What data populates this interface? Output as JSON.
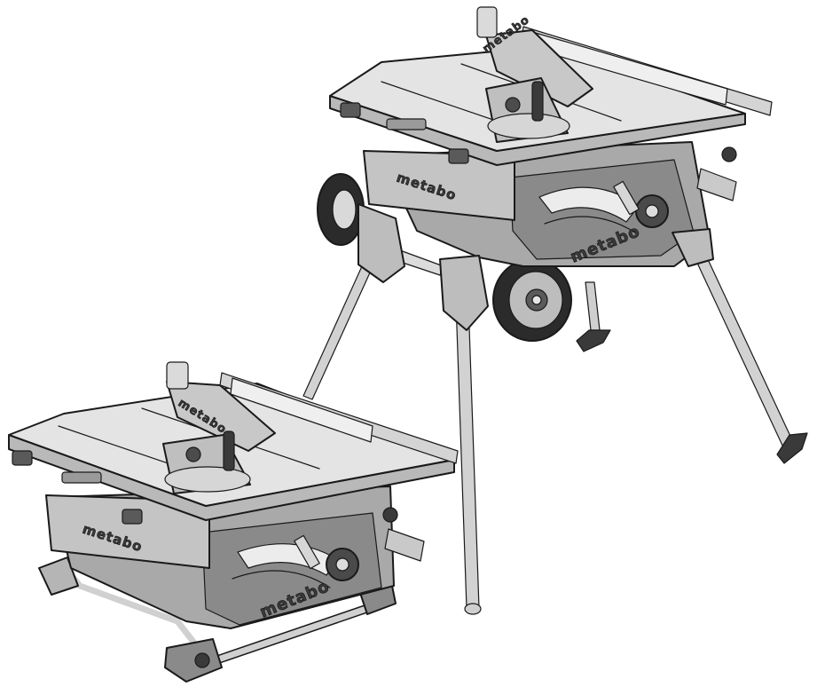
{
  "figure": {
    "brand_marks": {
      "upper_saw_fence": "metabo",
      "upper_saw_apron": "metabo",
      "upper_saw_base": "metabo",
      "lower_saw_fence": "metabo",
      "lower_saw_apron": "metabo",
      "lower_saw_base": "metabo"
    }
  },
  "colors": {
    "background": "#ffffff",
    "outline": "#1a1a1a",
    "table_top": "#e4e4e4",
    "table_side": "#b9b9b9",
    "body_dark": "#8a8a8a",
    "body_mid": "#a9a9a9",
    "leg": "#d2d2d2",
    "wheel": "#2b2b2b",
    "hub": "#d9d9d9"
  }
}
